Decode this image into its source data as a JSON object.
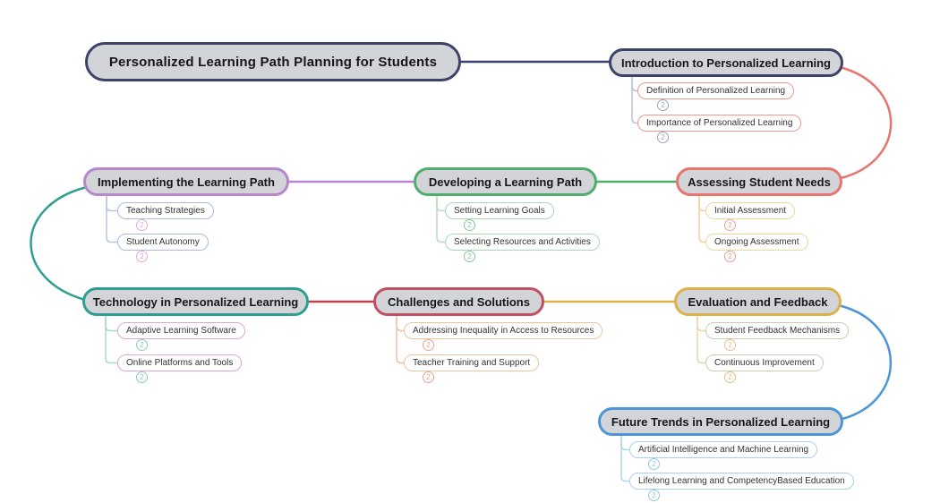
{
  "root": {
    "label": "Personalized Learning Path Planning for Students",
    "border_color": "#3d4269",
    "fill_color": "#d3d4d8"
  },
  "links": {
    "root_to_introduction": "#3d4269",
    "introduction_to_assessing": "#e8756d",
    "assessing_to_developing": "#4fae6d",
    "developing_to_implementing": "#b688cb",
    "implementing_to_technology": "#2d9e92",
    "technology_to_challenges": "#bb4050",
    "challenges_to_evaluation": "#ddb14a",
    "evaluation_to_future_trends": "#4d95d5"
  },
  "branches": [
    {
      "label": "Introduction to Personalized Learning",
      "color": "#3d4269",
      "child_border_color": "#e9998e",
      "badge_color": "#96a5c2",
      "connector_color": "#b9c2d2",
      "children": [
        {
          "label": "Definition of Personalized Learning",
          "badge": "2"
        },
        {
          "label": "Importance of Personalized Learning",
          "badge": "2"
        }
      ]
    },
    {
      "label": "Assessing Student Needs",
      "color": "#e8756d",
      "child_border_color": "#ecd79e",
      "badge_color": "#ef9d94",
      "connector_color": "#ecd2a0",
      "children": [
        {
          "label": "Initial Assessment",
          "badge": "2"
        },
        {
          "label": "Ongoing Assessment",
          "badge": "2"
        }
      ]
    },
    {
      "label": "Developing a Learning Path",
      "color": "#4fae6d",
      "child_border_color": "#a9d7b4",
      "badge_color": "#84c795",
      "connector_color": "#b7dcc0",
      "children": [
        {
          "label": "Setting Learning Goals",
          "badge": "2"
        },
        {
          "label": "Selecting Resources and Activities",
          "badge": "2"
        }
      ]
    },
    {
      "label": "Implementing the Learning Path",
      "color": "#b688cb",
      "child_border_color": "#aabbdf",
      "badge_color": "#e3a8d4",
      "connector_color": "#b9c6dd",
      "children": [
        {
          "label": "Teaching Strategies",
          "badge": "2"
        },
        {
          "label": "Student Autonomy",
          "badge": "2"
        }
      ]
    },
    {
      "label": "Technology in Personalized Learning",
      "color": "#2d9e92",
      "child_border_color": "#dba7d5",
      "badge_color": "#85cbc4",
      "connector_color": "#a7d8d3",
      "children": [
        {
          "label": "Adaptive Learning Software",
          "badge": "2"
        },
        {
          "label": "Online Platforms and Tools",
          "badge": "2"
        }
      ]
    },
    {
      "label": "Challenges and Solutions",
      "color": "#c04f63",
      "child_border_color": "#edc49c",
      "badge_color": "#ea9f96",
      "connector_color": "#eebfac",
      "children": [
        {
          "label": "Addressing Inequality in Access to Resources",
          "badge": "2"
        },
        {
          "label": "Teacher Training and Support",
          "badge": "2"
        }
      ]
    },
    {
      "label": "Evaluation and Feedback",
      "color": "#ddb14a",
      "child_border_color": "#c6cfb4",
      "badge_color": "#ddc183",
      "connector_color": "#e9d6a6",
      "children": [
        {
          "label": "Student Feedback Mechanisms",
          "badge": "2"
        },
        {
          "label": "Continuous Improvement",
          "badge": "2"
        }
      ]
    },
    {
      "label": "Future Trends in Personalized Learning",
      "color": "#4d95d5",
      "child_border_color": "#a5d2e8",
      "badge_color": "#90c4e4",
      "connector_color": "#aed6ec",
      "children": [
        {
          "label": "Artificial Intelligence and Machine Learning",
          "badge": "2"
        },
        {
          "label": "Lifelong Learning and CompetencyBased Education",
          "badge": "2"
        }
      ]
    }
  ]
}
